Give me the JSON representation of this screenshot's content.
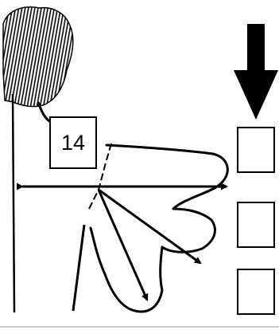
{
  "puzzle": {
    "number_label": "14",
    "answer_choices": [
      {
        "id": "choice-1",
        "label": ""
      },
      {
        "id": "choice-2",
        "label": ""
      },
      {
        "id": "choice-3",
        "label": ""
      }
    ],
    "pointer_icon": "down-arrow-icon",
    "figure_icons": [
      "tree-canopy-icon",
      "leaf-outline-icon",
      "double-headed-arrow-icon",
      "diagonal-arrow-icon"
    ],
    "colors": {
      "ink": "#000000",
      "background": "#ffffff",
      "divider": "#c8c8c8"
    }
  }
}
